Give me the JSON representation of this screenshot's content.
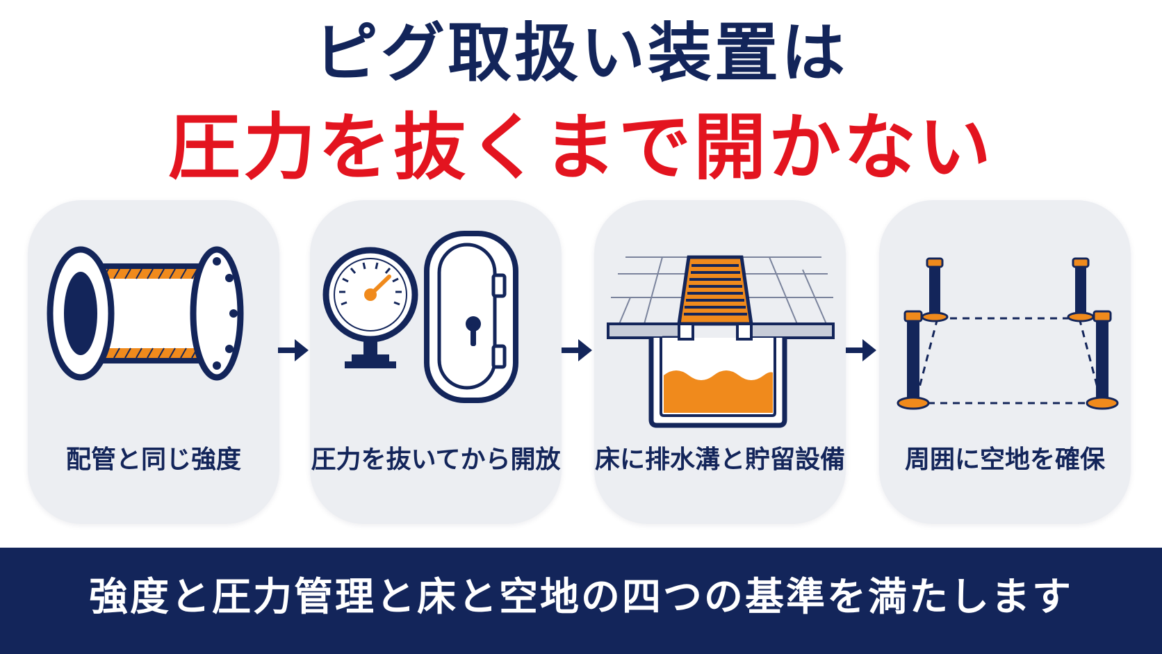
{
  "title": {
    "line1": "ピグ取扱い装置は",
    "line2": "圧力を抜くまで開かない"
  },
  "steps": [
    {
      "label": "配管と同じ強度",
      "icon": "flanged-pipe-icon"
    },
    {
      "label": "圧力を抜いてから開放",
      "icon": "pressure-gauge-and-door-icon"
    },
    {
      "label": "床に排水溝と貯留設備",
      "icon": "floor-drain-and-tank-icon"
    },
    {
      "label": "周囲に空地を確保",
      "icon": "posts-perimeter-icon"
    }
  ],
  "footer": {
    "text": "強度と圧力管理と床と空地の四つの基準を満たします"
  },
  "colors": {
    "navy": "#13255a",
    "red": "#e3141f",
    "orange": "#f08a1c",
    "card": "#eceef2"
  }
}
